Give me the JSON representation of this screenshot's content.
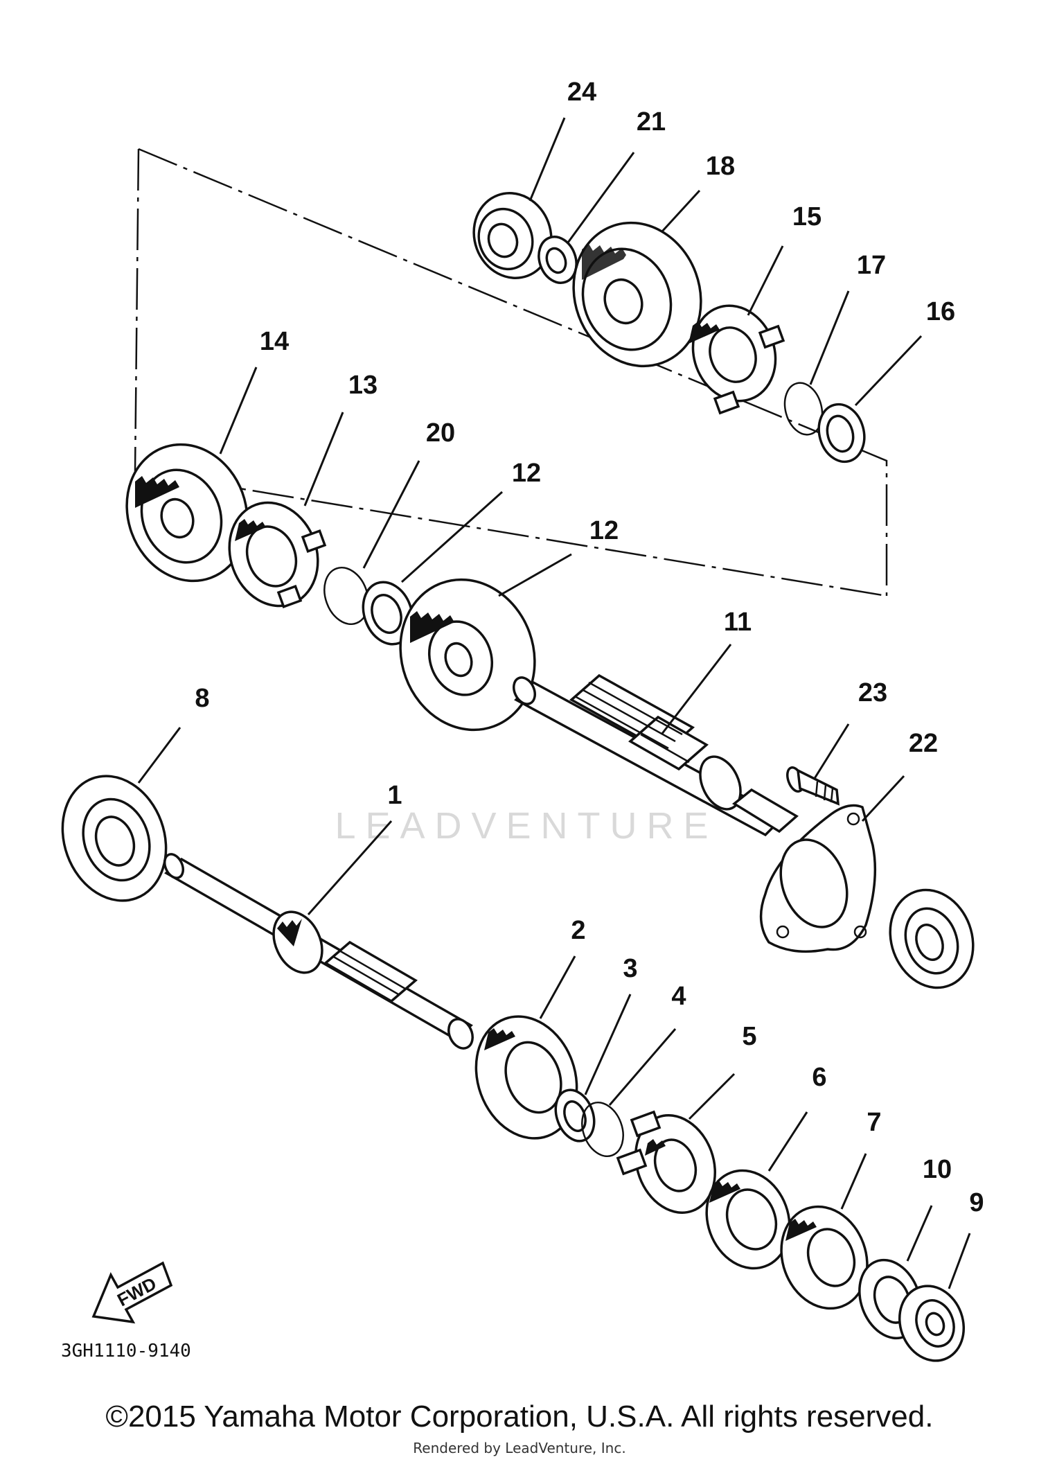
{
  "diagram": {
    "parts": [
      {
        "id": "24",
        "label": "24"
      },
      {
        "id": "21",
        "label": "21"
      },
      {
        "id": "18",
        "label": "18"
      },
      {
        "id": "15",
        "label": "15"
      },
      {
        "id": "17",
        "label": "17"
      },
      {
        "id": "16",
        "label": "16"
      },
      {
        "id": "14",
        "label": "14"
      },
      {
        "id": "13",
        "label": "13"
      },
      {
        "id": "20",
        "label": "20"
      },
      {
        "id": "12a",
        "label": "12"
      },
      {
        "id": "12b",
        "label": "12"
      },
      {
        "id": "11",
        "label": "11"
      },
      {
        "id": "23",
        "label": "23"
      },
      {
        "id": "22",
        "label": "22"
      },
      {
        "id": "8",
        "label": "8"
      },
      {
        "id": "1",
        "label": "1"
      },
      {
        "id": "2",
        "label": "2"
      },
      {
        "id": "3",
        "label": "3"
      },
      {
        "id": "4",
        "label": "4"
      },
      {
        "id": "5",
        "label": "5"
      },
      {
        "id": "6",
        "label": "6"
      },
      {
        "id": "7",
        "label": "7"
      },
      {
        "id": "10",
        "label": "10"
      },
      {
        "id": "9",
        "label": "9"
      }
    ],
    "fwd_label": "FWD",
    "drawing_code": "3GH1110-9140",
    "watermark": "LEADVENTURE"
  },
  "footer": {
    "copyright": "©2015 Yamaha Motor Corporation, U.S.A. All rights reserved.",
    "rendered_by": "Rendered by LeadVenture, Inc."
  }
}
